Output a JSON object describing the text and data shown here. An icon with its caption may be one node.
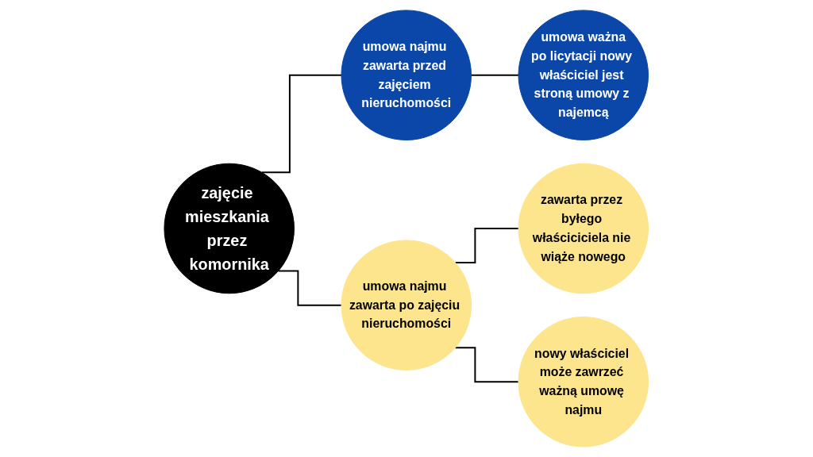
{
  "diagram": {
    "nodes": [
      {
        "text": [
          "zajęcie mieszkania przez komornika"
        ]
      },
      {
        "text": [
          "umowa najmu zawarta przed zajęciem nieruchomości"
        ]
      },
      {
        "text": [
          "umowa ważna",
          "po licytacji nowy właściciel jest stroną umowy z najemcą"
        ]
      },
      {
        "text": [
          "umowa najmu zawarta po zajęciu nieruchomości"
        ]
      },
      {
        "text": [
          "zawarta przez byłego właściciciela nie wiąże nowego"
        ]
      },
      {
        "text": [
          "nowy właściciel może zawrzeć ważną umowę najmu"
        ]
      }
    ],
    "edges": [
      {
        "from": 0,
        "to": 1,
        "arrow": "none"
      },
      {
        "from": 0,
        "to": 3,
        "arrow": "none"
      },
      {
        "from": 1,
        "to": 2,
        "arrow": "none"
      },
      {
        "from": 3,
        "to": 4,
        "arrow": "none"
      },
      {
        "from": 3,
        "to": 5,
        "arrow": "none"
      }
    ]
  }
}
